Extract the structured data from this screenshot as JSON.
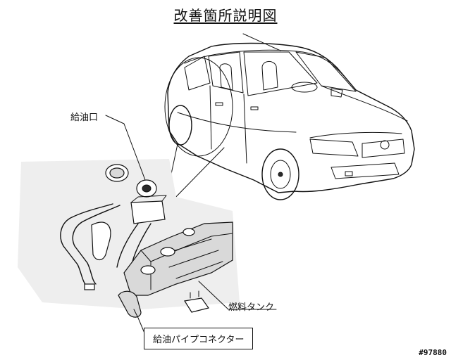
{
  "title": "改善箇所説明図",
  "labels": {
    "filler_cap": "給油口",
    "fuel_tank": "燃料タンク",
    "filler_pipe_connector": "給油パイプコネクター"
  },
  "reference_number": "#97880",
  "colors": {
    "ink": "#111111",
    "shade": "#d9d9d9",
    "background": "#ffffff"
  }
}
